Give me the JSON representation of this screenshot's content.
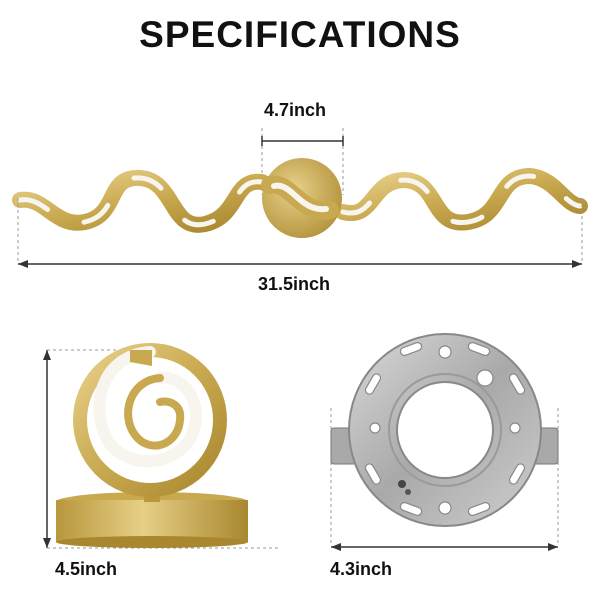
{
  "page": {
    "title": "SPECIFICATIONS"
  },
  "dimensions": {
    "base_width": "4.7inch",
    "total_length": "31.5inch",
    "height": "4.5inch",
    "plate_diameter": "4.3inch"
  },
  "colors": {
    "gold": "#c9a94f",
    "gold_dark": "#a8872f",
    "gold_light": "#e8d18b",
    "led_white": "#f7f5ee",
    "steel": "#b9b9b9",
    "line": "#333333",
    "guide": "#9a9a9a"
  }
}
